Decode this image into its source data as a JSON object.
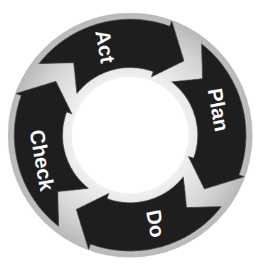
{
  "diagram": {
    "nodes": [
      {
        "text": [
          "Act"
        ]
      },
      {
        "text": [
          "Plan"
        ]
      },
      {
        "text": [
          "Do"
        ]
      },
      {
        "text": [
          "Check"
        ]
      }
    ]
  }
}
